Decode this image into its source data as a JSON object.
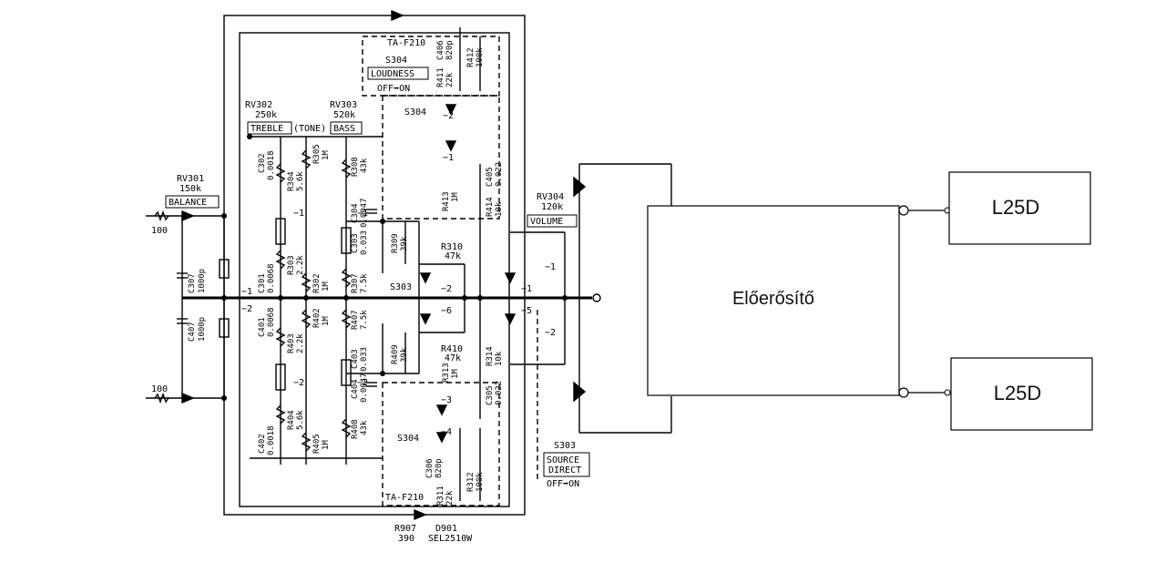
{
  "blocks": {
    "preamp": "Előerősítő",
    "out_top": "L25D",
    "out_bottom": "L25D"
  },
  "labels": {
    "rv301": "RV301",
    "rv301_val": "150k",
    "balance": "BALANCE",
    "rv302": "RV302",
    "rv302_val": "250k",
    "treble": "TREBLE",
    "tone": "(TONE)",
    "rv303": "RV303",
    "rv303_val": "520k",
    "bass": "BASS",
    "rv304": "RV304",
    "rv304_val": "120k",
    "volume": "VOLUME",
    "ta_f210_top": "TA-F210",
    "ta_f210_bottom": "TA-F210",
    "s304_top": "S304",
    "loudness": "LOUDNESS",
    "off_on_top": "OFF➡ON",
    "s304_mid": "S304",
    "s304_low": "S304",
    "s303_mid": "S303",
    "s303_right": "S303",
    "source_direct_1": "SOURCE",
    "source_direct_2": "DIRECT",
    "off_on_bottom": "OFF➡ON",
    "r_in_top": "100",
    "r_in_bottom": "100",
    "c307": "C307",
    "c307_val": "1000p",
    "c407": "C407",
    "c407_val": "1000p",
    "c302": "C302",
    "c302_val": "0.0018",
    "c301": "C301",
    "c301_val": "0.0068",
    "c401": "C401",
    "c401_val": "0.0068",
    "c402": "C402",
    "c402_val": "0.0018",
    "r304": "R304",
    "r304_val": "5.6k",
    "r305": "R305",
    "r305_val": "1M",
    "r303": "R303",
    "r303_val": "2.2k",
    "r302": "R302",
    "r302_val": "1M",
    "r402": "R402",
    "r402_val": "1M",
    "r403": "R403",
    "r403_val": "2.2k",
    "r404": "R404",
    "r404_val": "5.6k",
    "r405": "R405",
    "r405_val": "1M",
    "r308": "R308",
    "r308_val": "43k",
    "r307": "R307",
    "r307_val": "7.5k",
    "r407": "R407",
    "r407_val": "7.5k",
    "r408": "R408",
    "r408_val": "43k",
    "c304": "C304",
    "c304_val": "0.0047",
    "c303": "C303",
    "c303_val": "0.033",
    "c403": "C403",
    "c403_val": "0.033",
    "c404": "C404",
    "c404_val": "0.0047",
    "r309": "R309",
    "r309_val": "39k",
    "r409": "R409",
    "r409_val": "39k",
    "r310": "R310",
    "r310_val": "47k",
    "r410": "R410",
    "r410_val": "47k",
    "r411": "R411",
    "r411_val": "22k",
    "c406": "C406",
    "c406_val": "820p",
    "r412": "R412",
    "r412_val": "100k",
    "r413": "R413",
    "r413_val": "1M",
    "r414": "R414",
    "r414_val": "10k",
    "c405": "C405",
    "c405_val": "0.022",
    "r313": "R313",
    "r313_val": "1M",
    "r314": "R314",
    "r314_val": "10k",
    "c305": "C305",
    "c305_val": "0.022",
    "c306": "C306",
    "c306_val": "820p",
    "r311": "R311",
    "r311_val": "22k",
    "r312": "R312",
    "r312_val": "100k",
    "r907": "R907",
    "r907_val": "390",
    "d901": "D901",
    "d901_val": "SEL2510W",
    "p_m1_a": "−1",
    "p_m2_a": "−2",
    "p_m1_b": "−1",
    "p_m2_b": "−2",
    "p_m1_c": "−1",
    "p_m2_c": "−2",
    "p_m1_d": "−1",
    "p_m2_d": "−2",
    "p_m1_e": "−1",
    "p_m2_e": "−2",
    "p_m6": "−6",
    "p_m5": "−5",
    "p_m3": "−3",
    "p_m4": "−4",
    "p_m1_f": "−1",
    "p_m2_f": "−2"
  },
  "colors": {
    "ink": "#000000",
    "paper": "#ffffff"
  }
}
